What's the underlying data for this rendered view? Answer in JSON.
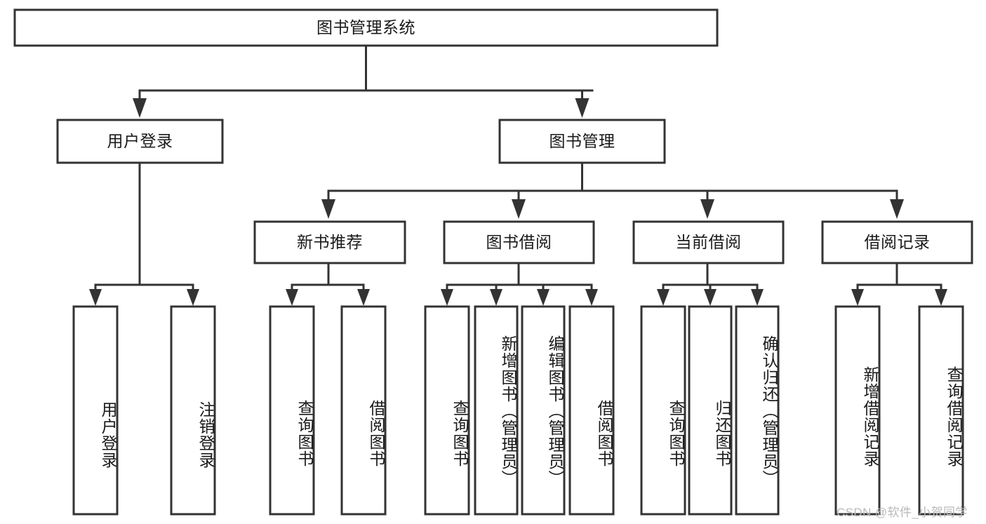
{
  "diagram": {
    "title": "图书管理系统",
    "type": "tree-hierarchy-chart",
    "root": {
      "id": "root",
      "label": "图书管理系统",
      "orientation": "horizontal"
    },
    "level2": [
      {
        "id": "user-login",
        "label": "用户登录",
        "orientation": "horizontal"
      },
      {
        "id": "book-management",
        "label": "图书管理",
        "orientation": "horizontal"
      }
    ],
    "level3": [
      {
        "id": "new-book-recommend",
        "label": "新书推荐",
        "orientation": "horizontal",
        "parent": "book-management"
      },
      {
        "id": "book-borrow",
        "label": "图书借阅",
        "orientation": "horizontal",
        "parent": "book-management"
      },
      {
        "id": "current-borrow",
        "label": "当前借阅",
        "orientation": "horizontal",
        "parent": "book-management"
      },
      {
        "id": "borrow-record",
        "label": "借阅记录",
        "orientation": "horizontal",
        "parent": "book-management"
      }
    ],
    "leaves": [
      {
        "id": "leaf-user-login",
        "label": "用户登录",
        "parent": "user-login",
        "orientation": "vertical"
      },
      {
        "id": "leaf-user-logout",
        "label": "注销登录",
        "parent": "user-login",
        "orientation": "vertical"
      },
      {
        "id": "leaf-query-book-1",
        "label": "查询图书",
        "parent": "new-book-recommend",
        "orientation": "vertical"
      },
      {
        "id": "leaf-borrow-book-1",
        "label": "借阅图书",
        "parent": "new-book-recommend",
        "orientation": "vertical"
      },
      {
        "id": "leaf-query-book-2",
        "label": "查询图书",
        "parent": "book-borrow",
        "orientation": "vertical"
      },
      {
        "id": "leaf-add-book",
        "label": "新增图书（管理员）",
        "parent": "book-borrow",
        "orientation": "vertical"
      },
      {
        "id": "leaf-edit-book",
        "label": "编辑图书（管理员）",
        "parent": "book-borrow",
        "orientation": "vertical"
      },
      {
        "id": "leaf-borrow-book-2",
        "label": "借阅图书",
        "parent": "book-borrow",
        "orientation": "vertical"
      },
      {
        "id": "leaf-query-book-3",
        "label": "查询图书",
        "parent": "current-borrow",
        "orientation": "vertical"
      },
      {
        "id": "leaf-return-book",
        "label": "归还图书",
        "parent": "current-borrow",
        "orientation": "vertical"
      },
      {
        "id": "leaf-confirm-return",
        "label": "确认归还（管理员）",
        "parent": "current-borrow",
        "orientation": "vertical"
      },
      {
        "id": "leaf-add-record",
        "label": "新增借阅记录",
        "parent": "borrow-record",
        "orientation": "vertical"
      },
      {
        "id": "leaf-query-record",
        "label": "查询借阅记录",
        "parent": "borrow-record",
        "orientation": "vertical"
      }
    ],
    "colors": {
      "box_stroke": "#333333",
      "box_fill": "#ffffff",
      "text": "#1a1a1a",
      "connector": "#333333",
      "background": "#ffffff",
      "watermark": "#b9b9b9"
    }
  },
  "watermark": {
    "text": "CSDN @软件_小贺同学"
  }
}
